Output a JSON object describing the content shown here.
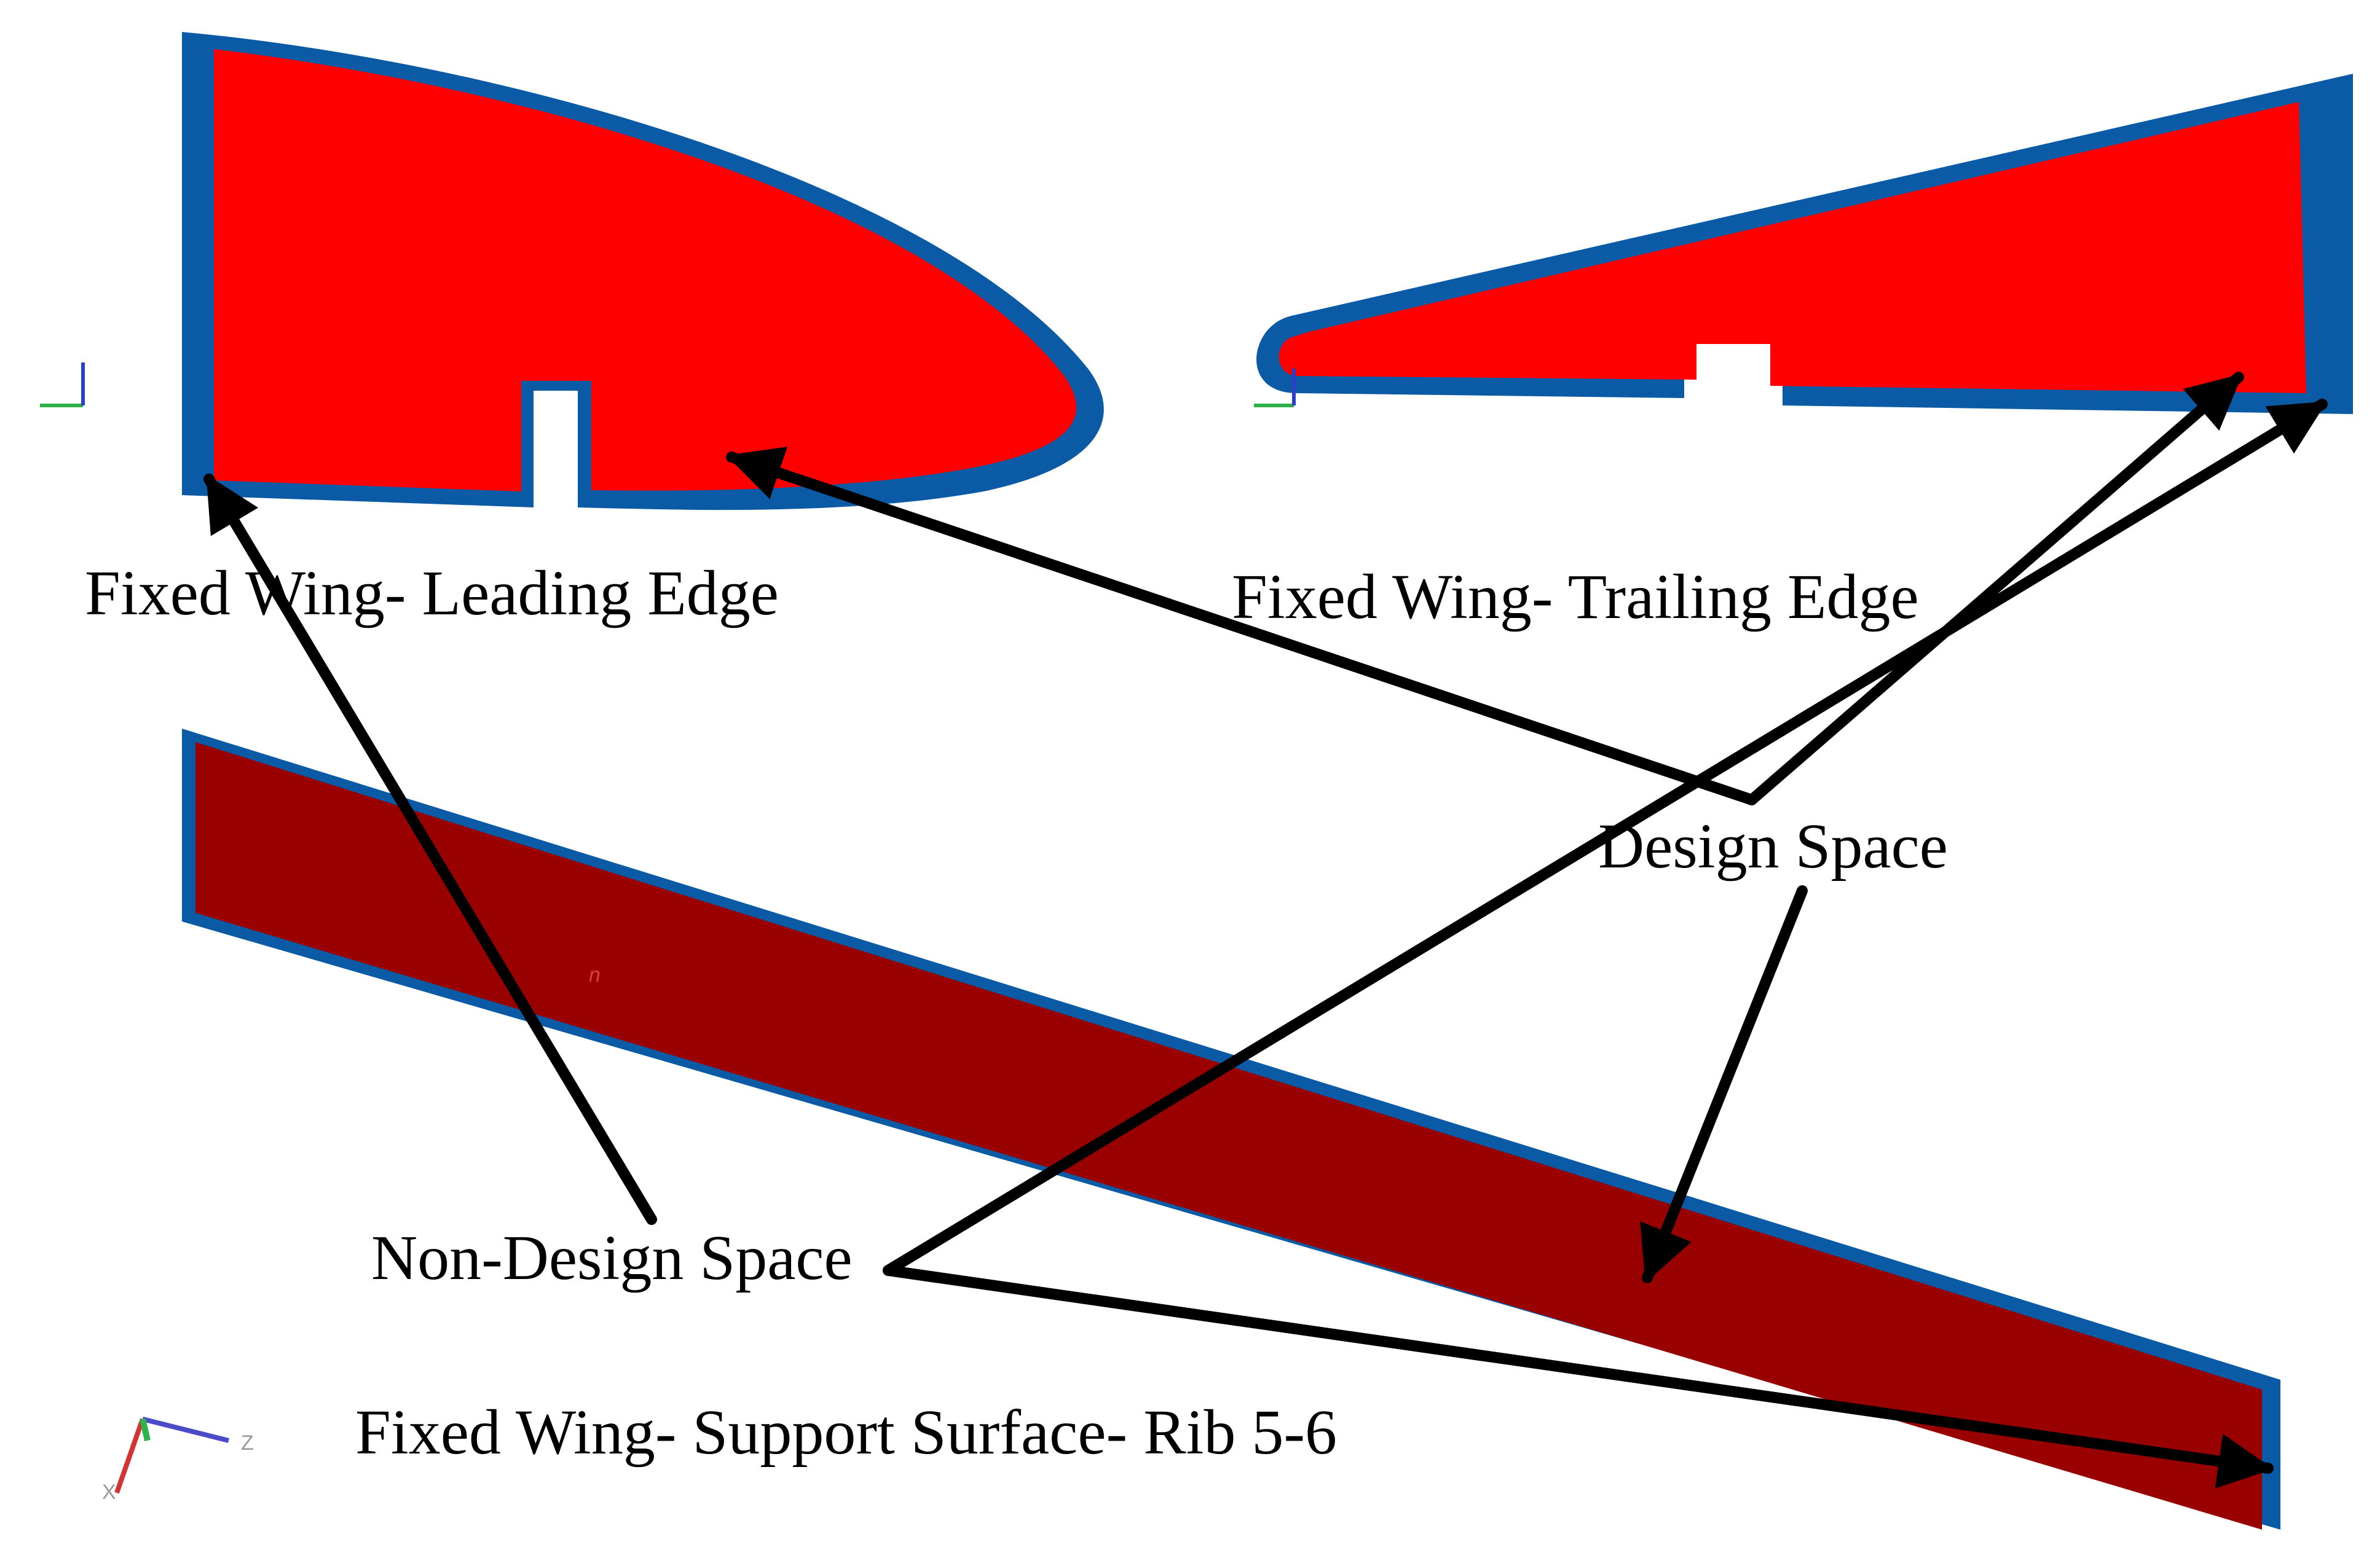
{
  "labels": {
    "leading_edge": "Fixed Wing- Leading Edge",
    "trailing_edge": "Fixed Wing- Trailing Edge",
    "design_space": "Design Space",
    "non_design_space": "Non-Design Space",
    "support_surface": "Fixed Wing- Support Surface- Rib 5-6"
  },
  "axis_letters": {
    "z": "Z",
    "x": "X",
    "n": "n"
  },
  "colors": {
    "design_red": "#ff0000",
    "design_dark_red": "#990000",
    "non_design_blue": "#0b5aa6",
    "arrow": "#000000"
  },
  "icons": {
    "triad": "coordinate-triad-icon"
  }
}
